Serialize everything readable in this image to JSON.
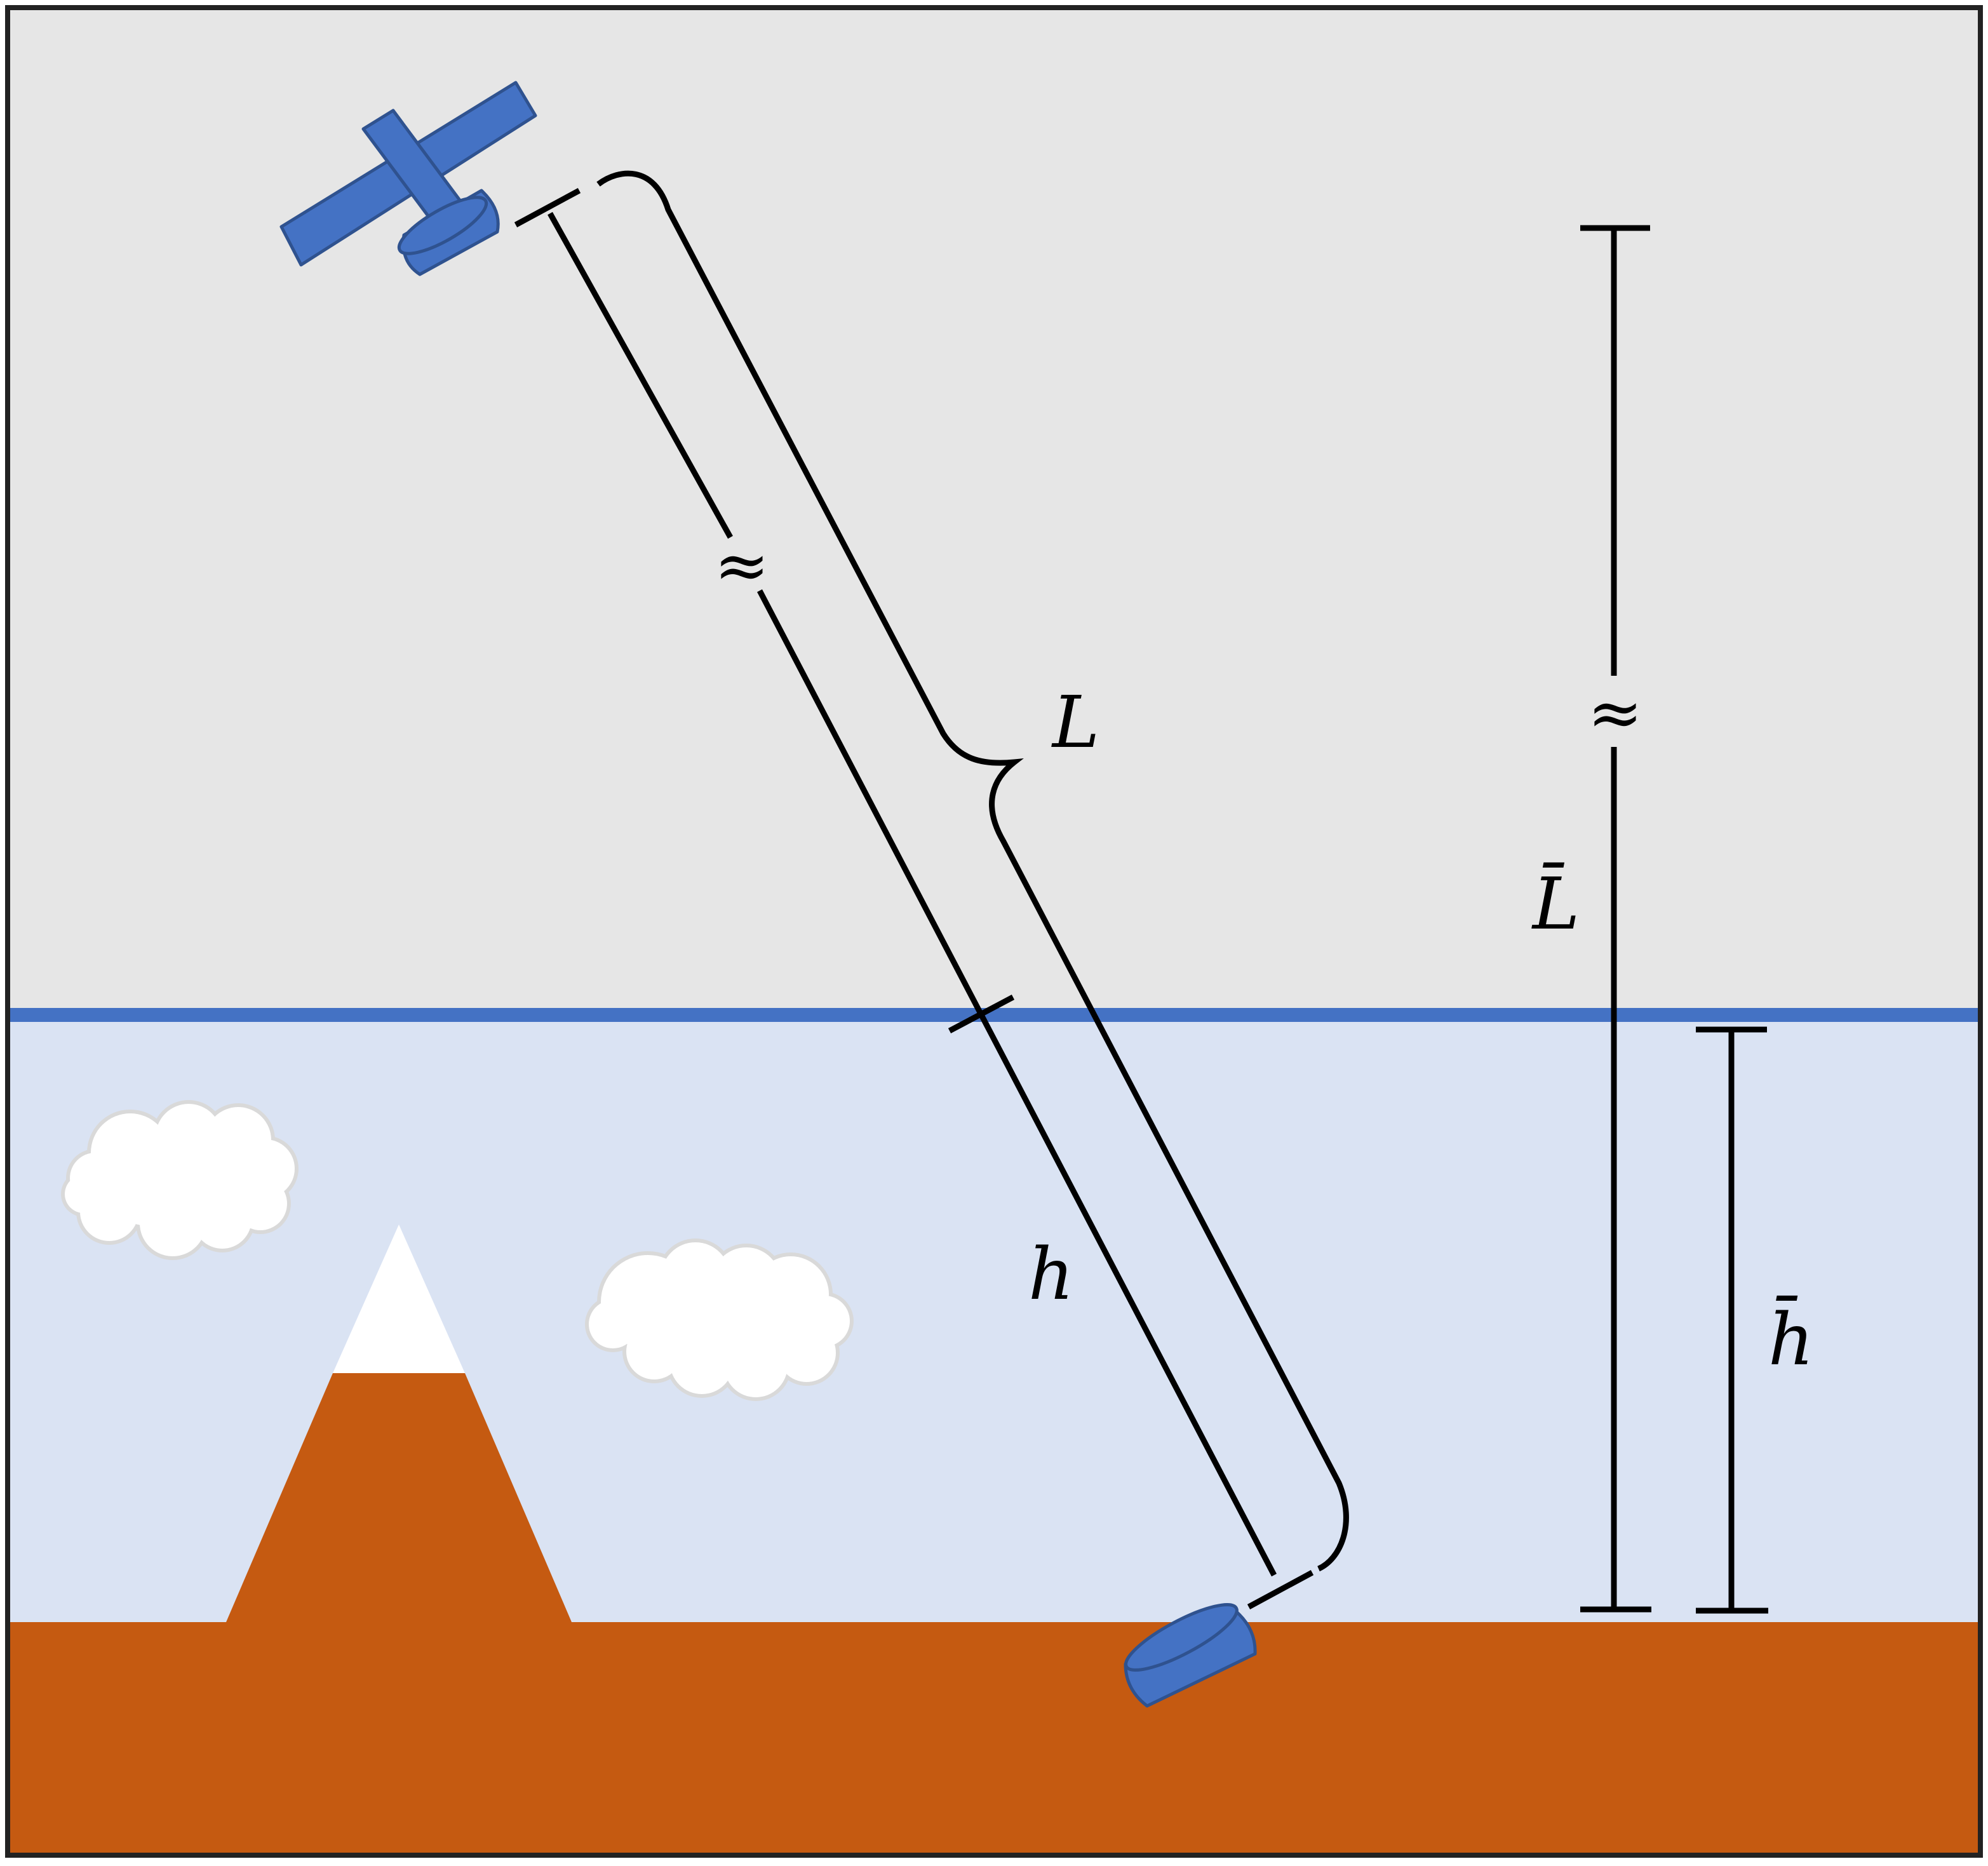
{
  "labels": {
    "slant_path": "L",
    "slant_atmosphere": "h",
    "vertical_path": "L̄",
    "vertical_atmosphere": "h̄",
    "approx_slant": "≈",
    "approx_vertical": "≈"
  },
  "colors": {
    "space": "#e6e6e6",
    "atmosphere": "#dae3f3",
    "boundary": "#4472c4",
    "ground": "#c55a11",
    "snow": "#ffffff",
    "satellite": "#4472c4",
    "satellite_edge": "#2f528f",
    "cloud": "#ffffff",
    "cloud_edge": "#d9d9d9",
    "ink": "#000000"
  },
  "icons": {
    "satellite": "satellite-icon",
    "receiver": "ground-antenna-icon",
    "mountain": "mountain-icon",
    "cloud": "cloud-icon"
  }
}
